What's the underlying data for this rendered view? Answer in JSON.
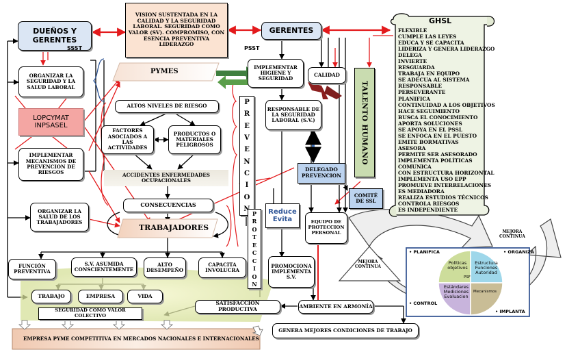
{
  "nodes": {
    "duenos": "DUEÑOS Y GERENTES",
    "vision": "VISION SUSTENTADA EN LA CALIDAD Y LA SEGURIDAD LABORAL. SEGURIDAD COMO  VALOR (SV). COMPROMISO, CON ESENCIA PREVENTIVA LIDERAZGO",
    "gerentes": "GERENTES",
    "ghsl_title": "GHSL",
    "ssst": "SSST",
    "psst": "PSST",
    "organizar_seg": "ORGANIZAR LA SEGURIDAD Y LA SALUD LABORAL",
    "pymes": "PYMES",
    "implementar_hs": "IMPLEMENTAR HIGIENE Y SEGURIDAD",
    "calidad": "CALIDAD",
    "talento": "TALENTO HUMANO",
    "lopcymat": "LOPCYMAT INPSASEL",
    "altos": "ALTOS NIVELES DE RIESGO",
    "prevencion": "PREVENCION",
    "responsable": "RESPONSABLE DE LA SEGURIDAD LABORAL (S.V.)",
    "factores": "FACTORES ASOCIADOS A LAS ACTIVIDADES",
    "productos": "PRODUCTOS O MATERIALES PELIGROSOS",
    "implementar_mec": "IMPLEMENTAR MECANISMOS  DE PREVENCION DE RIESGOS",
    "accidentes": "ACCIDENTES ENFERMEDADES OCUPACIONALES",
    "delegado": "DELEGADO PREVENCION",
    "comite": "COMITÉ DE SSL",
    "organizar_salud": "ORGANIZAR LA SALUD DE LOS TRABAJADORES",
    "consecuencias": "CONSECUENCIAS",
    "reduce": "Reduce Evita",
    "equipo": "EQUIPO DE PROTECCION PERSONAL",
    "proteccion": "PROTECCION",
    "trabajadores": "TRABAJADORES",
    "funcion": "FUNCIÓN PREVENTIVA",
    "sv_asumida": "S.V. ASUMIDA CONSCIENTEMENTE",
    "alto_desempeno": "ALTO DESEMPEÑO",
    "capacita": "CAPACITA INVOLUCRA",
    "promociona": "PROMOCIONA IMPLEMENTA S.V.",
    "trabajo": "TRABAJO",
    "empresa": "EMPRESA",
    "vida": "VIDA",
    "satisfaccion": "SATISFACCIÓN PRODUCTIVA",
    "ambiente": "AMBIENTE EN ARMONÍA",
    "seguridad_colectivo": "SEGURIDAD COMO VALOR COLECTIVO",
    "genera": "GENERA MEJORES CONDICIONES DE TRABAJO",
    "empresa_pyme": "EMPRESA PYME COMPETITIVA EN MERCADOS NACIONALES  E INTERNACIONALES",
    "mejora1": "MEJORA CONTINUA",
    "mejora2": "MEJORA CONTINUA"
  },
  "ghsl_items": [
    "FLEXIBLE",
    "CUMPLE LAS LEYES",
    "EDUCA Y SE CAPACITA",
    "LIDERIZA Y GENERA LIDERAZGO",
    "DELEGA",
    "INVIERTE",
    "RESGUARDA",
    "TRABAJA EN EQUIPO",
    "SE ADECUA AL SISTEMA",
    "RESPONSABLE",
    "PERSEVERANTE",
    "PLANIFICA",
    "CONTINUIDAD A LOS OBJETIVOS",
    "HACE SEGUIMIENTO",
    "BUSCA EL CONOCIMIENTO",
    "APORTA SOLUCIONES",
    "SE APOYA EN EL PSSL",
    "SE ENFOCA EN EL PUESTO",
    "EMITE BORMATIVAS",
    "ASESORA",
    "PERMITE SER ASESORADO",
    "IMPLEMENTA POLÍTICAS",
    "COMUNICA",
    "CON ESTRUCTURA HORIZONTAL",
    "IMPLEMENTA USO EPP",
    "PROMUEVE INTERRELACIONES",
    "ES MEDIADORA",
    "REALIZA ESTUDIOS TÉCNICOS",
    "CONTROLA RIESGOS",
    "ES INDEPENDIENTE"
  ],
  "cycle": {
    "planifica": "• PLANIFICA",
    "organiza": "• ORGANIZA",
    "control": "• CONTROL",
    "implanta": "• IMPLANTA",
    "politicas": "Políticas objetivos",
    "psf": "PSF",
    "estructura": "Estructura Funciones Autoridad",
    "estandares": "Estándares Mediciones Evaluacion",
    "mecanismos": "Mecanismos"
  },
  "colors": {
    "red": "#e31a1c",
    "vision_fill": "#fbe3d2",
    "duenos_fill": "#dbe6f4",
    "lopcymat_fill": "#f4a6a3",
    "talento_fill": "#c9dcb0",
    "delegado_fill": "#bcd3ef",
    "scroll_fill": "#eef3e4",
    "quad_green": "#cddd9b",
    "quad_blue": "#9ed7ea",
    "quad_purple": "#c8b4dc",
    "quad_tan": "#c9bd96"
  }
}
